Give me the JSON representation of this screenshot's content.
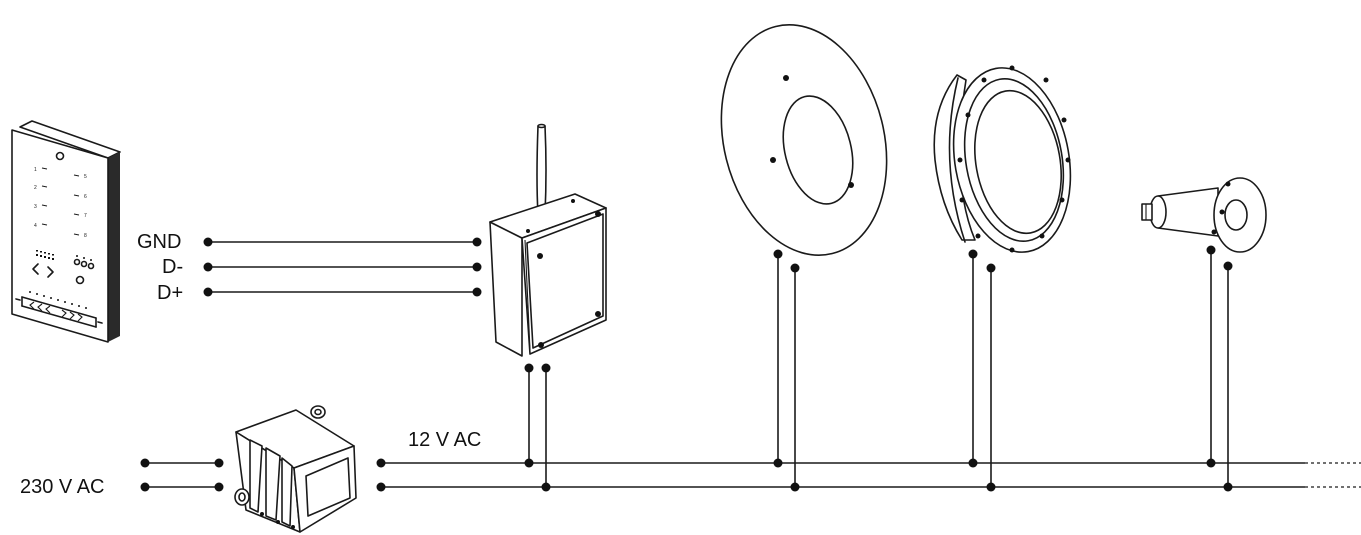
{
  "labels": {
    "gnd": "GND",
    "d_minus": "D-",
    "d_plus": "D+",
    "voltage_12v": "12 V AC",
    "voltage_230v": "230 V AC"
  },
  "panel": {
    "left_numbers": [
      "1",
      "2",
      "3",
      "4"
    ],
    "right_numbers": [
      "5",
      "6",
      "7",
      "8"
    ]
  }
}
